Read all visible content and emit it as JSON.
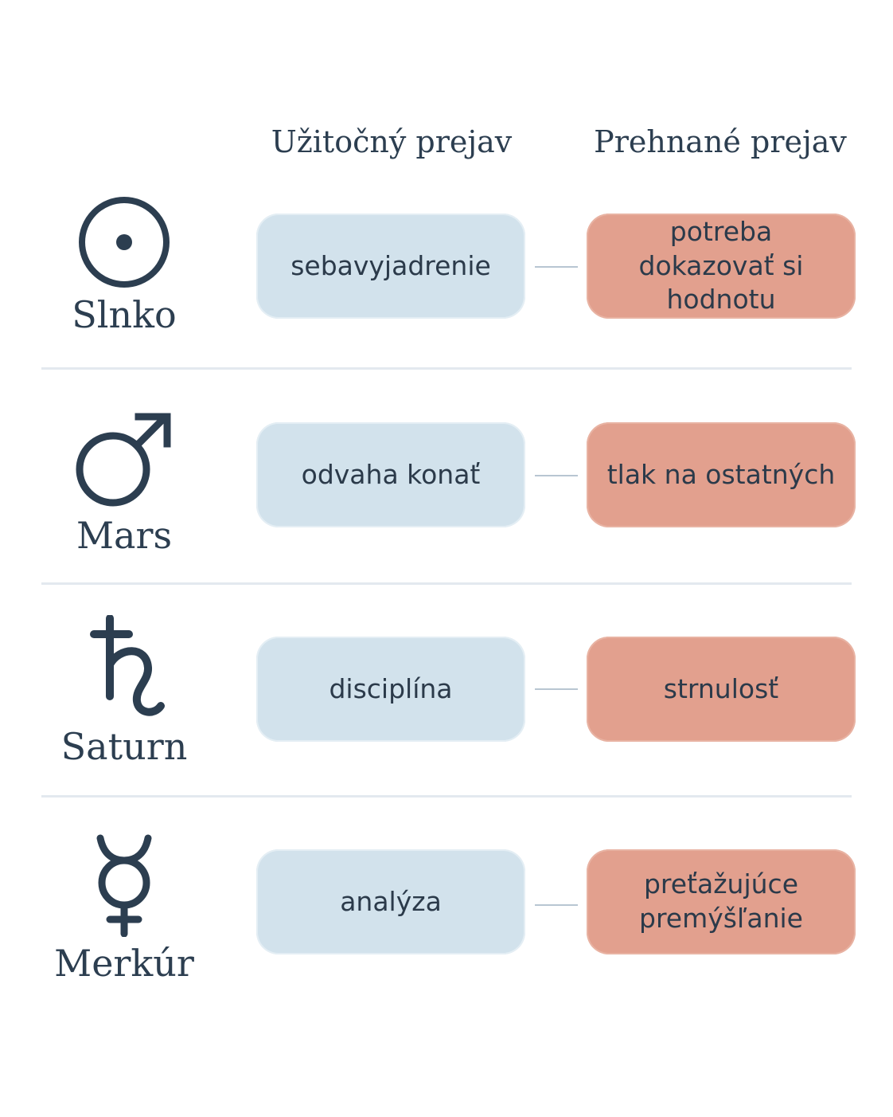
{
  "headers": {
    "useful": "Užitočný prejav",
    "excessive": "Prehnané prejav"
  },
  "colors": {
    "useful_box": "#d2e2ec",
    "excessive_box": "#e2a08e",
    "text": "#2c3e50",
    "divider": "#e3e9ef"
  },
  "rows": [
    {
      "icon": "sun-icon",
      "planet": "Slnko",
      "useful": "sebavyjadrenie",
      "excessive": "potreba dokazovať si hodnotu"
    },
    {
      "icon": "mars-icon",
      "planet": "Mars",
      "useful": "odvaha konať",
      "excessive": "tlak na ostatných"
    },
    {
      "icon": "saturn-icon",
      "planet": "Saturn",
      "useful": "disciplína",
      "excessive": "strnulosť"
    },
    {
      "icon": "mercury-icon",
      "planet": "Merkúr",
      "useful": "analýza",
      "excessive": "preťažujúce premýšľanie"
    }
  ]
}
